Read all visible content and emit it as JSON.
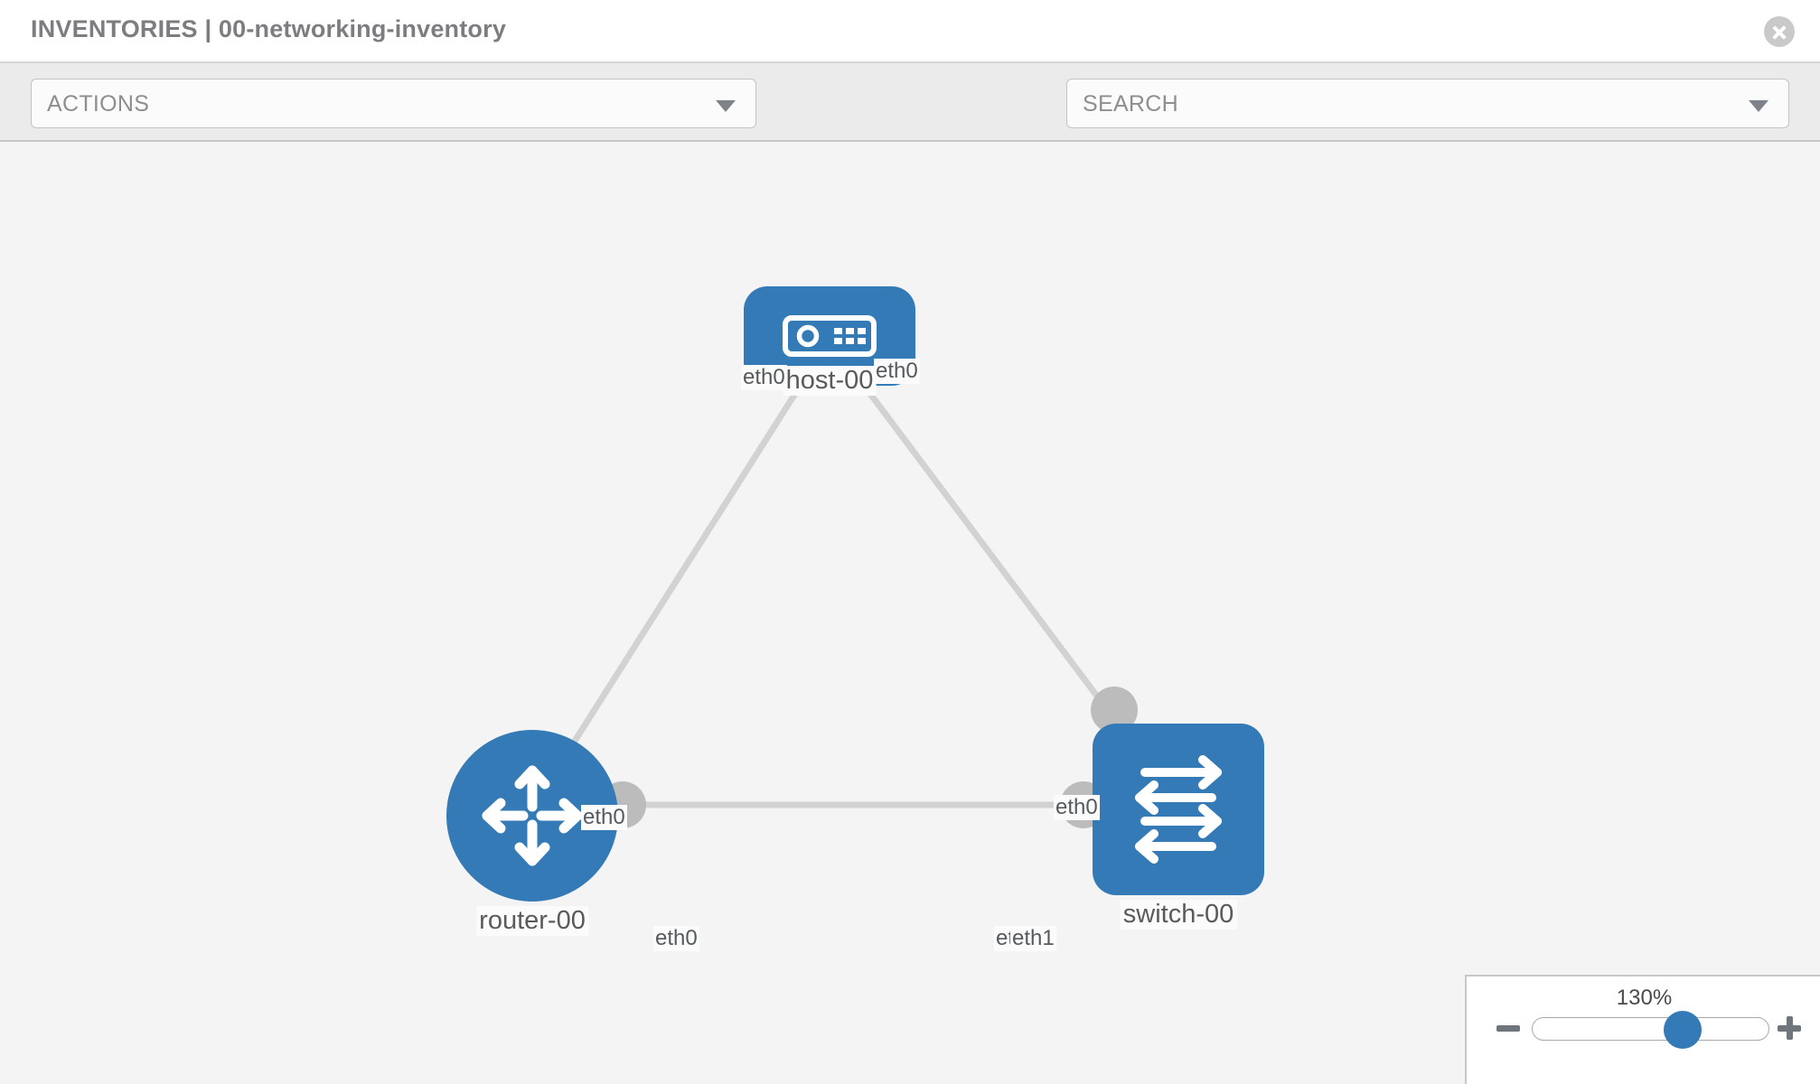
{
  "header": {
    "title": "INVENTORIES | 00-networking-inventory",
    "close_icon": "close-circle-icon"
  },
  "toolbar": {
    "actions_label": "ACTIONS",
    "actions_caret_icon": "chevron-down-icon",
    "wrench_icon": "wrench-icon",
    "key_icon": "key-icon",
    "search_placeholder": "SEARCH",
    "search_value": "",
    "search_caret_icon": "chevron-down-icon"
  },
  "topology": {
    "nodes": [
      {
        "id": "host-00",
        "label": "host-00",
        "type": "host",
        "icon": "server-icon",
        "shape": "rounded-rect",
        "color": "#337ab7"
      },
      {
        "id": "router-00",
        "label": "router-00",
        "type": "router",
        "icon": "router-arrows-icon",
        "shape": "circle",
        "color": "#337ab7"
      },
      {
        "id": "switch-00",
        "label": "switch-00",
        "type": "switch",
        "icon": "switch-arrows-icon",
        "shape": "rounded-rect",
        "color": "#337ab7"
      }
    ],
    "links": [
      {
        "from": "host-00",
        "from_iface": "eth0",
        "to": "router-00",
        "to_iface": "eth0"
      },
      {
        "from": "host-00",
        "from_iface": "eth0",
        "to": "switch-00",
        "to_iface": "eth0"
      },
      {
        "from": "router-00",
        "from_iface": "eth0",
        "to": "switch-00",
        "to_iface": "eth1"
      }
    ],
    "interface_labels": [
      {
        "name": "host-left-eth0",
        "text": "eth0"
      },
      {
        "name": "host-right-eth0",
        "text": "eth0"
      },
      {
        "name": "router-up-eth0",
        "text": "eth0"
      },
      {
        "name": "switch-up-eth0",
        "text": "eth0"
      },
      {
        "name": "router-right-eth0",
        "text": "eth0"
      },
      {
        "name": "switch-left-eth0",
        "text": "eth0"
      },
      {
        "name": "switch-left-eth1",
        "text": "eth1"
      }
    ],
    "link_color": "#d2d2d2",
    "connector_color": "#bcbcbc"
  },
  "zoom_control": {
    "value_label": "130%",
    "minus_label": "zoom-out",
    "plus_label": "zoom-in",
    "slider_percent": 55
  }
}
